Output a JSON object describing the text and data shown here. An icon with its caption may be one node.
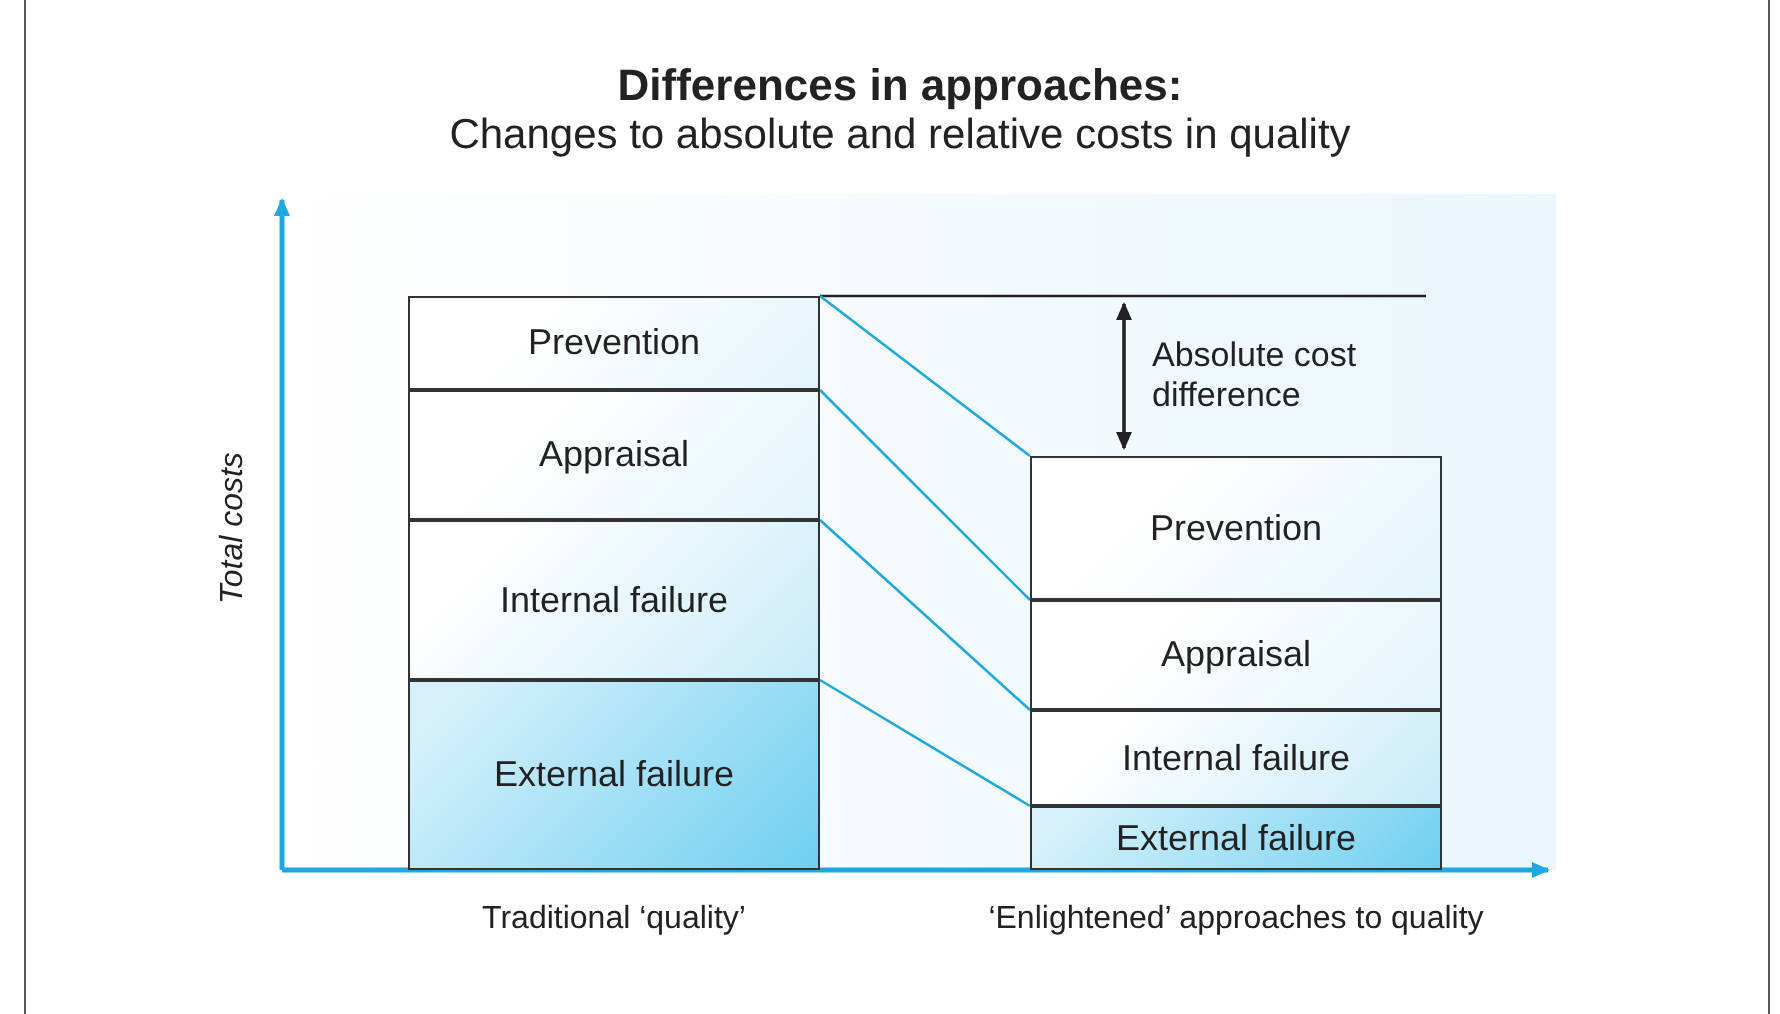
{
  "diagram": {
    "title": "Differences in approaches:",
    "nodes": [
      {
        "text": [
          "Prevention"
        ]
      },
      {
        "text": [
          "Appraisal"
        ]
      },
      {
        "text": [
          "Internal failure"
        ]
      },
      {
        "text": [
          "External failure"
        ]
      },
      {
        "text": [
          "Prevention"
        ]
      },
      {
        "text": [
          "Appraisal"
        ]
      },
      {
        "text": [
          "Internal failure"
        ]
      },
      {
        "text": [
          "External failure"
        ]
      }
    ],
    "edges": [
      {
        "from": 0,
        "to": 4,
        "arrow": "none"
      },
      {
        "from": 1,
        "to": 5,
        "arrow": "none"
      },
      {
        "from": 2,
        "to": 6,
        "arrow": "none"
      },
      {
        "from": 3,
        "to": 7,
        "arrow": "none"
      }
    ],
    "labels": [
      "Changes to absolute and relative costs in quality",
      "Total costs",
      "Absolute cost difference",
      "Traditional ‘quality’",
      "‘Enlightened’ approaches to quality"
    ]
  }
}
